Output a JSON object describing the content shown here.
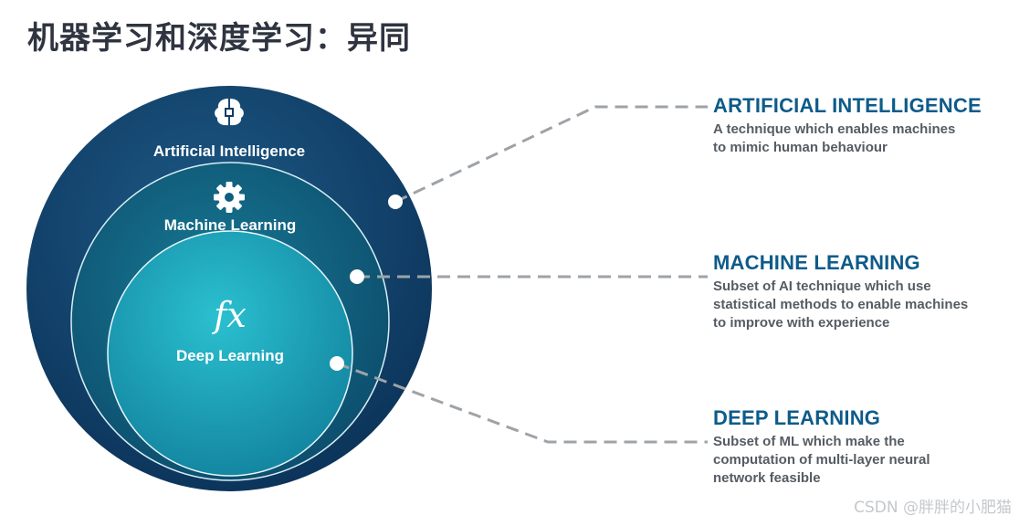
{
  "title": "机器学习和深度学习：异同",
  "circles": [
    {
      "label": "Artificial Intelligence",
      "icon": "brain-chip-icon",
      "color": "#0d3b66"
    },
    {
      "label": "Machine Learning",
      "icon": "gear-icon",
      "color": "#0d5f7f"
    },
    {
      "label": "Deep Learning",
      "icon": "function-fx-icon",
      "icon_text": "fx",
      "color": "#17a2b8"
    }
  ],
  "descriptions": [
    {
      "heading": "ARTIFICIAL INTELLIGENCE",
      "lines": [
        "A technique which enables machines",
        "to mimic human behaviour"
      ]
    },
    {
      "heading": "MACHINE LEARNING",
      "lines": [
        "Subset of AI technique which use",
        "statistical methods to enable machines",
        "to improve with experience"
      ]
    },
    {
      "heading": "DEEP LEARNING",
      "lines": [
        "Subset of ML which make the",
        "computation of multi-layer neural",
        "network feasible"
      ]
    }
  ],
  "colors": {
    "heading": "#0e5b8a",
    "description": "#555c63",
    "connector": "#9ea3a8"
  },
  "watermark": "CSDN @胖胖的小肥猫"
}
